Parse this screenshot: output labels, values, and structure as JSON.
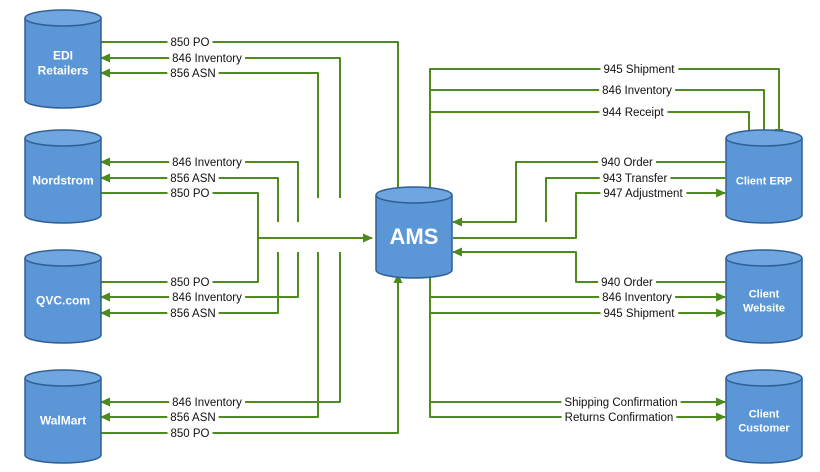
{
  "colors": {
    "node_fill": "#5b96d6",
    "node_stroke": "#2f5f95",
    "node_top": "#6fa6e0",
    "edge": "#4e8a1e",
    "background": "#ffffff"
  },
  "nodes": {
    "edi": {
      "lines": [
        "EDI",
        "Retailers"
      ]
    },
    "nordstrom": {
      "lines": [
        "Nordstrom"
      ]
    },
    "qvc": {
      "lines": [
        "QVC.com"
      ]
    },
    "walmart": {
      "lines": [
        "WalMart"
      ]
    },
    "ams": {
      "lines": [
        "AMS"
      ]
    },
    "erp": {
      "lines": [
        "Client ERP"
      ]
    },
    "website": {
      "lines": [
        "Client",
        "Website"
      ]
    },
    "customer": {
      "lines": [
        "Client",
        "Customer"
      ]
    }
  },
  "edges": {
    "edi_850": {
      "label": "850 PO",
      "from": "edi",
      "to": "ams"
    },
    "edi_846": {
      "label": "846 Inventory",
      "from": "ams",
      "to": "edi"
    },
    "edi_856": {
      "label": "856 ASN",
      "from": "ams",
      "to": "edi"
    },
    "nord_846": {
      "label": "846 Inventory",
      "from": "ams",
      "to": "nordstrom"
    },
    "nord_856": {
      "label": "856 ASN",
      "from": "ams",
      "to": "nordstrom"
    },
    "nord_850": {
      "label": "850 PO",
      "from": "nordstrom",
      "to": "ams"
    },
    "qvc_850": {
      "label": "850 PO",
      "from": "qvc",
      "to": "ams"
    },
    "qvc_846": {
      "label": "846 Inventory",
      "from": "ams",
      "to": "qvc"
    },
    "qvc_856": {
      "label": "856 ASN",
      "from": "ams",
      "to": "qvc"
    },
    "wal_846": {
      "label": "846 Inventory",
      "from": "ams",
      "to": "walmart"
    },
    "wal_856": {
      "label": "856 ASN",
      "from": "ams",
      "to": "walmart"
    },
    "wal_850": {
      "label": "850 PO",
      "from": "walmart",
      "to": "ams"
    },
    "erp_945": {
      "label": "945 Shipment",
      "from": "ams",
      "to": "erp"
    },
    "erp_846": {
      "label": "846 Inventory",
      "from": "ams",
      "to": "erp"
    },
    "erp_944": {
      "label": "944 Receipt",
      "from": "ams",
      "to": "erp"
    },
    "erp_940": {
      "label": "940 Order",
      "from": "erp",
      "to": "ams"
    },
    "erp_943": {
      "label": "943 Transfer",
      "from": "erp",
      "to": "ams"
    },
    "erp_947": {
      "label": "947 Adjustment",
      "from": "ams",
      "to": "erp"
    },
    "web_940": {
      "label": "940 Order",
      "from": "website",
      "to": "ams"
    },
    "web_846": {
      "label": "846 Inventory",
      "from": "ams",
      "to": "website"
    },
    "web_945": {
      "label": "945 Shipment",
      "from": "ams",
      "to": "website"
    },
    "cust_ship": {
      "label": "Shipping Confirmation",
      "from": "ams",
      "to": "customer"
    },
    "cust_ret": {
      "label": "Returns Confirmation",
      "from": "ams",
      "to": "customer"
    }
  }
}
